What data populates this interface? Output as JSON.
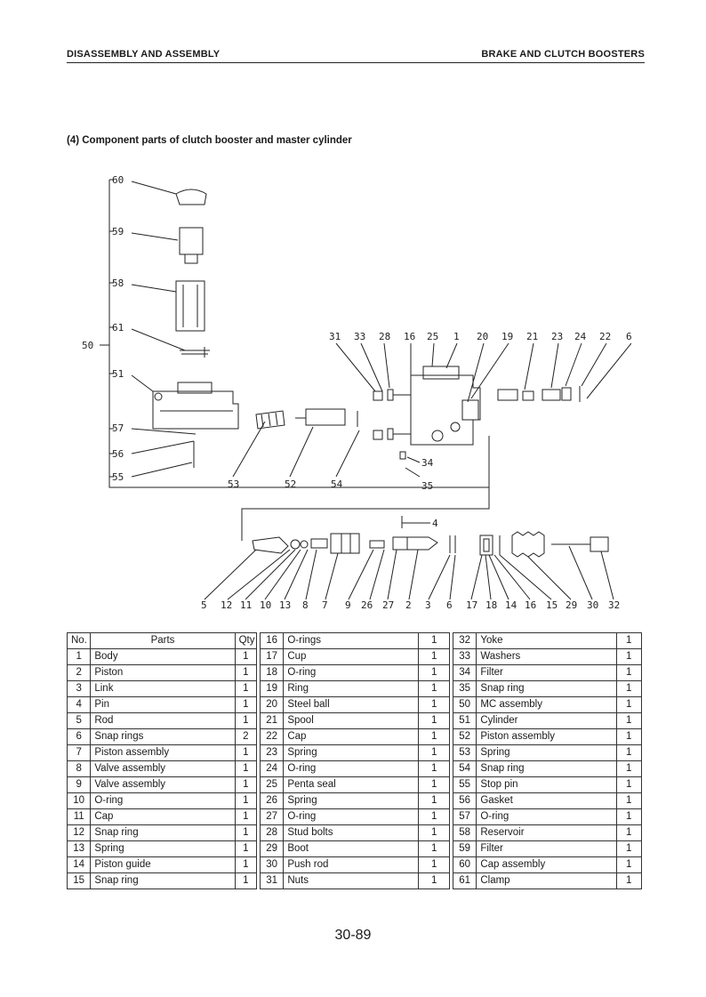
{
  "header": {
    "left": "DISASSEMBLY AND ASSEMBLY",
    "right": "BRAKE AND CLUTCH BOOSTERS"
  },
  "section_title": "(4)  Component parts of clutch booster and master cylinder",
  "diagram_labels": {
    "l60": "60",
    "l59": "59",
    "l58": "58",
    "l61": "61",
    "l50": "50",
    "l51": "51",
    "l57": "57",
    "l56": "56",
    "l55": "55",
    "l53": "53",
    "l52": "52",
    "l54": "54",
    "t31": "31",
    "t33": "33",
    "t28": "28",
    "t16": "16",
    "t25": "25",
    "t1": "1",
    "t20": "20",
    "t19": "19",
    "t21": "21",
    "t23": "23",
    "t24": "24",
    "t22": "22",
    "t6": "6",
    "l34": "34",
    "l35": "35",
    "l4": "4",
    "b5": "5",
    "b12": "12",
    "b11": "11",
    "b10": "10",
    "b13": "13",
    "b8": "8",
    "b7": "7",
    "b9": "9",
    "b26": "26",
    "b27": "27",
    "b2": "2",
    "b3": "3",
    "b6": "6",
    "b17": "17",
    "b18": "18",
    "b14": "14",
    "b16": "16",
    "b15": "15",
    "b29": "29",
    "b30": "30",
    "b32": "32"
  },
  "table": {
    "headers": {
      "no": "No.",
      "parts": "Parts",
      "qty": "Qty"
    },
    "col1": [
      {
        "no": "1",
        "name": "Body",
        "qty": "1"
      },
      {
        "no": "2",
        "name": "Piston",
        "qty": "1"
      },
      {
        "no": "3",
        "name": "Link",
        "qty": "1"
      },
      {
        "no": "4",
        "name": "Pin",
        "qty": "1"
      },
      {
        "no": "5",
        "name": "Rod",
        "qty": "1"
      },
      {
        "no": "6",
        "name": "Snap rings",
        "qty": "2"
      },
      {
        "no": "7",
        "name": "Piston assembly",
        "qty": "1"
      },
      {
        "no": "8",
        "name": "Valve assembly",
        "qty": "1"
      },
      {
        "no": "9",
        "name": "Valve assembly",
        "qty": "1"
      },
      {
        "no": "10",
        "name": "O-ring",
        "qty": "1"
      },
      {
        "no": "11",
        "name": "Cap",
        "qty": "1"
      },
      {
        "no": "12",
        "name": "Snap ring",
        "qty": "1"
      },
      {
        "no": "13",
        "name": "Spring",
        "qty": "1"
      },
      {
        "no": "14",
        "name": "Piston guide",
        "qty": "1"
      },
      {
        "no": "15",
        "name": "Snap ring",
        "qty": "1"
      }
    ],
    "col2": [
      {
        "no": "16",
        "name": "O-rings",
        "qty": "1"
      },
      {
        "no": "17",
        "name": "Cup",
        "qty": "1"
      },
      {
        "no": "18",
        "name": "O-ring",
        "qty": "1"
      },
      {
        "no": "19",
        "name": "Ring",
        "qty": "1"
      },
      {
        "no": "20",
        "name": "Steel ball",
        "qty": "1"
      },
      {
        "no": "21",
        "name": "Spool",
        "qty": "1"
      },
      {
        "no": "22",
        "name": "Cap",
        "qty": "1"
      },
      {
        "no": "23",
        "name": "Spring",
        "qty": "1"
      },
      {
        "no": "24",
        "name": "O-ring",
        "qty": "1"
      },
      {
        "no": "25",
        "name": "Penta seal",
        "qty": "1"
      },
      {
        "no": "26",
        "name": "Spring",
        "qty": "1"
      },
      {
        "no": "27",
        "name": "O-ring",
        "qty": "1"
      },
      {
        "no": "28",
        "name": "Stud bolts",
        "qty": "1"
      },
      {
        "no": "29",
        "name": "Boot",
        "qty": "1"
      },
      {
        "no": "30",
        "name": "Push rod",
        "qty": "1"
      },
      {
        "no": "31",
        "name": "Nuts",
        "qty": "1"
      }
    ],
    "col3": [
      {
        "no": "32",
        "name": "Yoke",
        "qty": "1"
      },
      {
        "no": "33",
        "name": "Washers",
        "qty": "1"
      },
      {
        "no": "34",
        "name": "Filter",
        "qty": "1"
      },
      {
        "no": "35",
        "name": "Snap ring",
        "qty": "1"
      },
      {
        "no": "50",
        "name": "MC assembly",
        "qty": "1"
      },
      {
        "no": "51",
        "name": "Cylinder",
        "qty": "1"
      },
      {
        "no": "52",
        "name": "Piston assembly",
        "qty": "1"
      },
      {
        "no": "53",
        "name": "Spring",
        "qty": "1"
      },
      {
        "no": "54",
        "name": "Snap ring",
        "qty": "1"
      },
      {
        "no": "55",
        "name": "Stop pin",
        "qty": "1"
      },
      {
        "no": "56",
        "name": "Gasket",
        "qty": "1"
      },
      {
        "no": "57",
        "name": "O-ring",
        "qty": "1"
      },
      {
        "no": "58",
        "name": "Reservoir",
        "qty": "1"
      },
      {
        "no": "59",
        "name": "Filter",
        "qty": "1"
      },
      {
        "no": "60",
        "name": "Cap assembly",
        "qty": "1"
      },
      {
        "no": "61",
        "name": "Clamp",
        "qty": "1"
      }
    ]
  },
  "page_number": "30-89"
}
